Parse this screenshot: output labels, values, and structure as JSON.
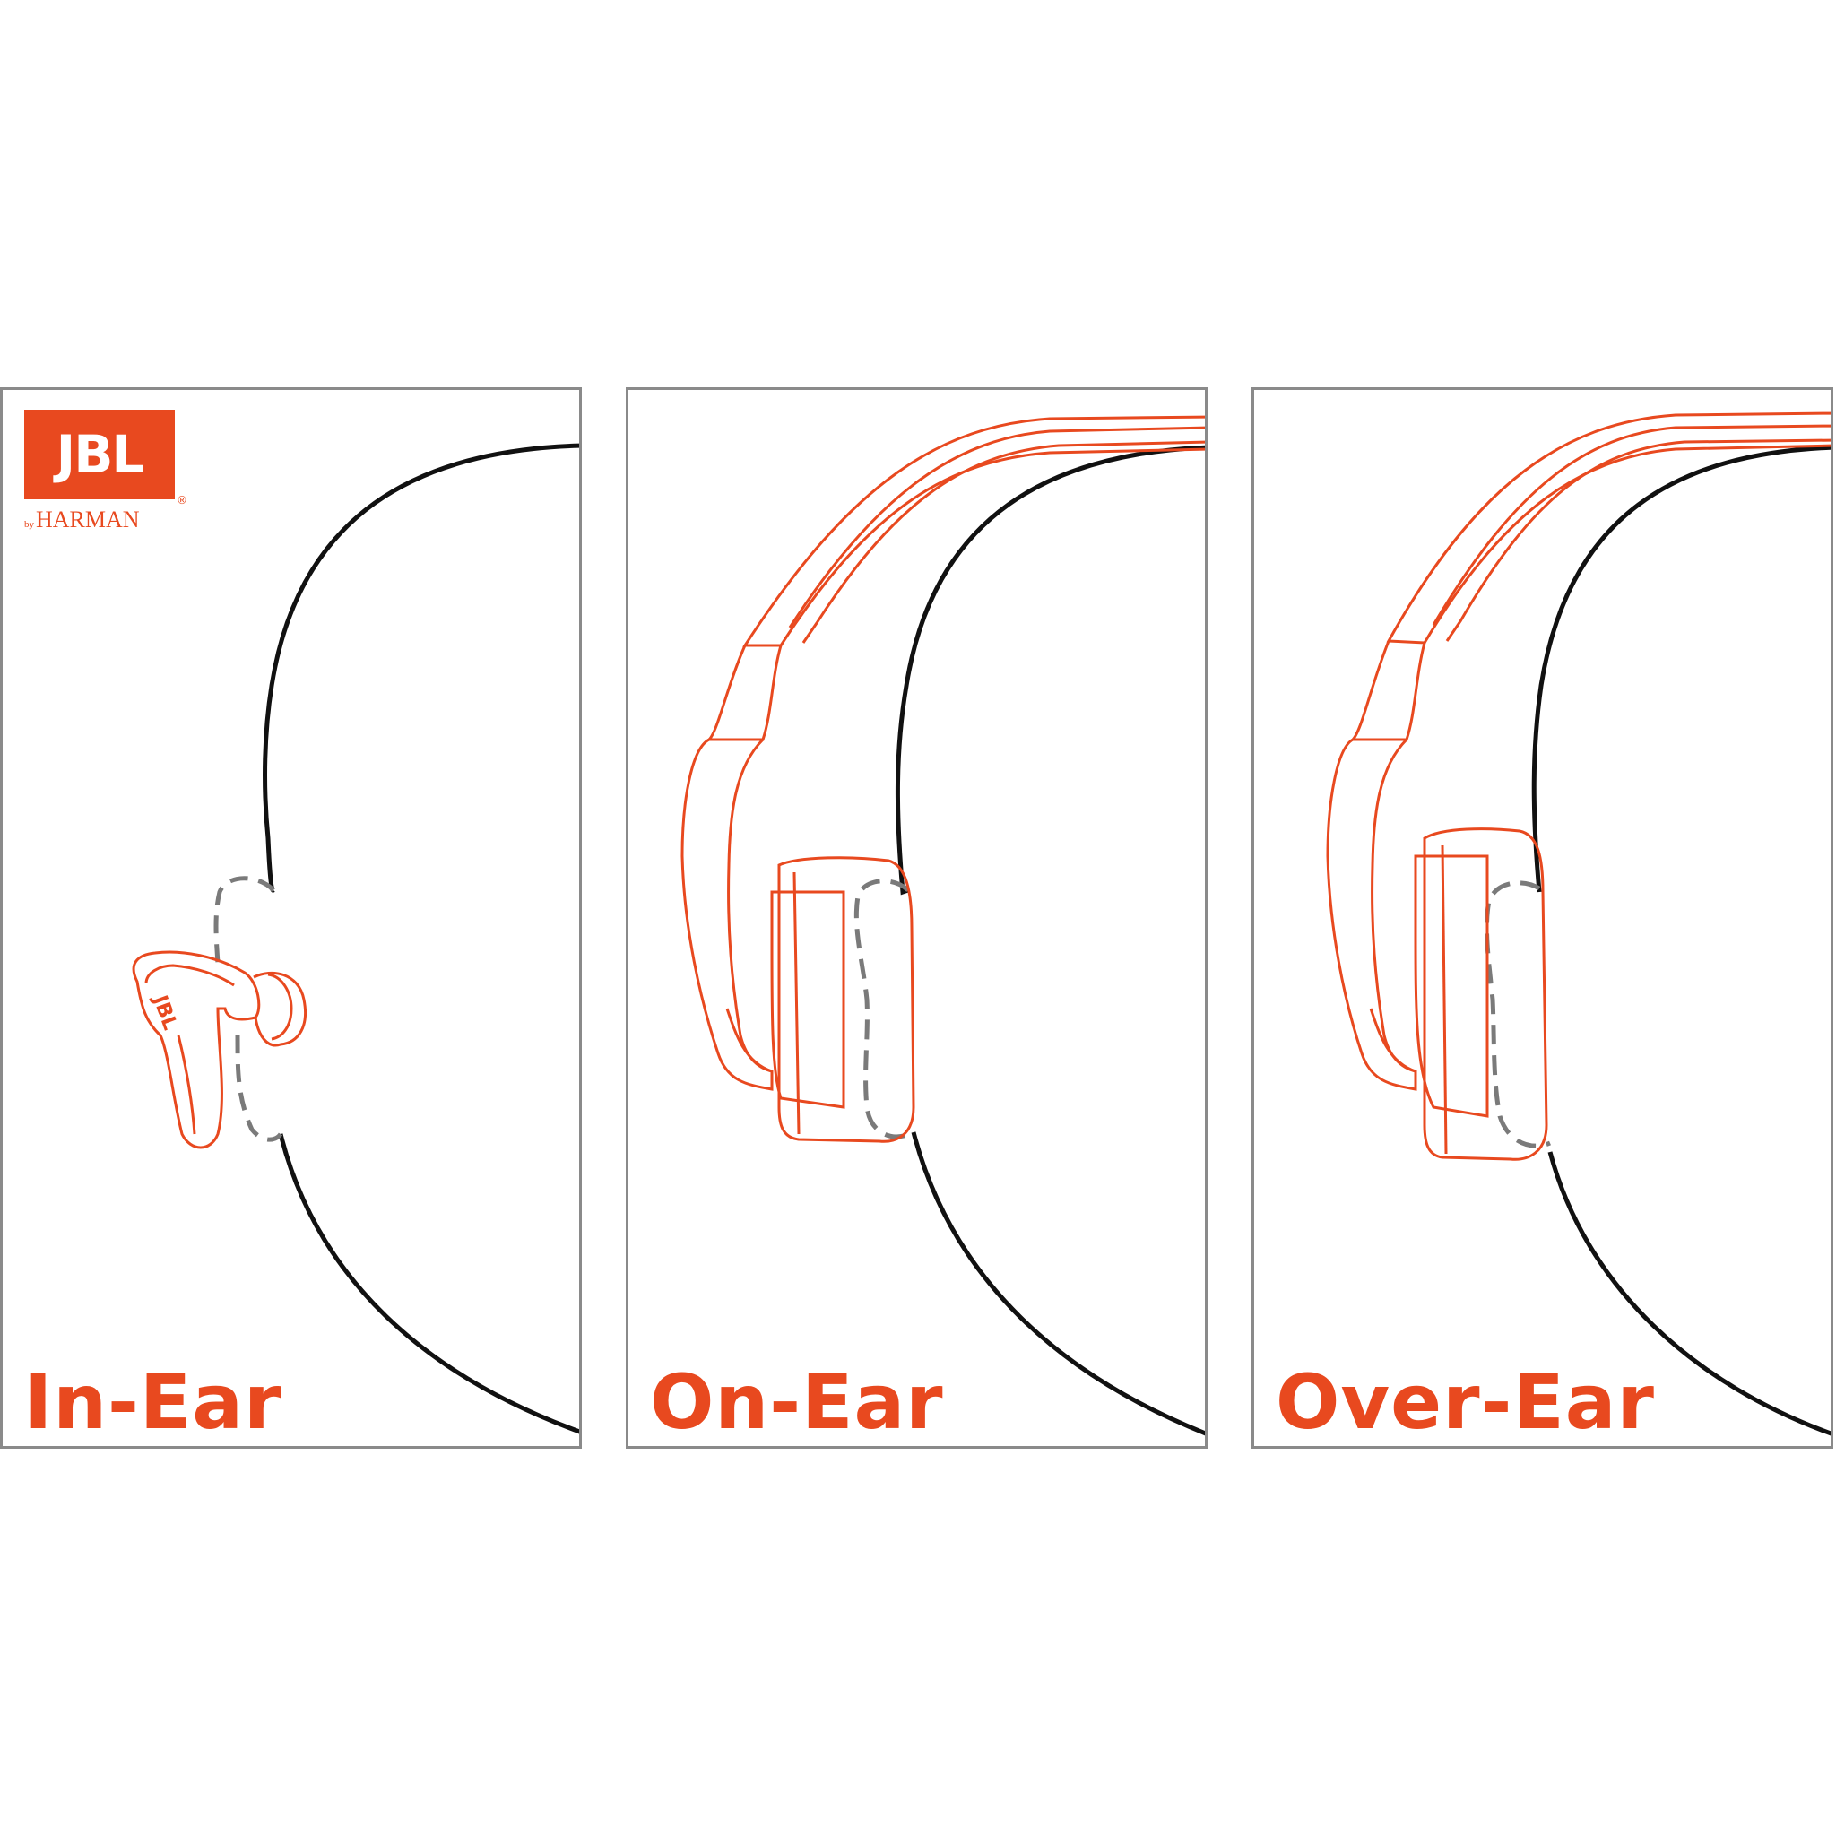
{
  "colors": {
    "accent": "#e8491f",
    "outline": "#111111",
    "dashed": "#7a7a7a",
    "border": "#8a8a8a"
  },
  "brand": {
    "logo_text": "JBL",
    "sub_by": "by",
    "sub_name": "HARMAN",
    "registered": "®"
  },
  "panels": [
    {
      "label": "In-Ear",
      "icon": "earbud-illustration"
    },
    {
      "label": "On-Ear",
      "icon": "on-ear-headphones-illustration"
    },
    {
      "label": "Over-Ear",
      "icon": "over-ear-headphones-illustration"
    }
  ]
}
